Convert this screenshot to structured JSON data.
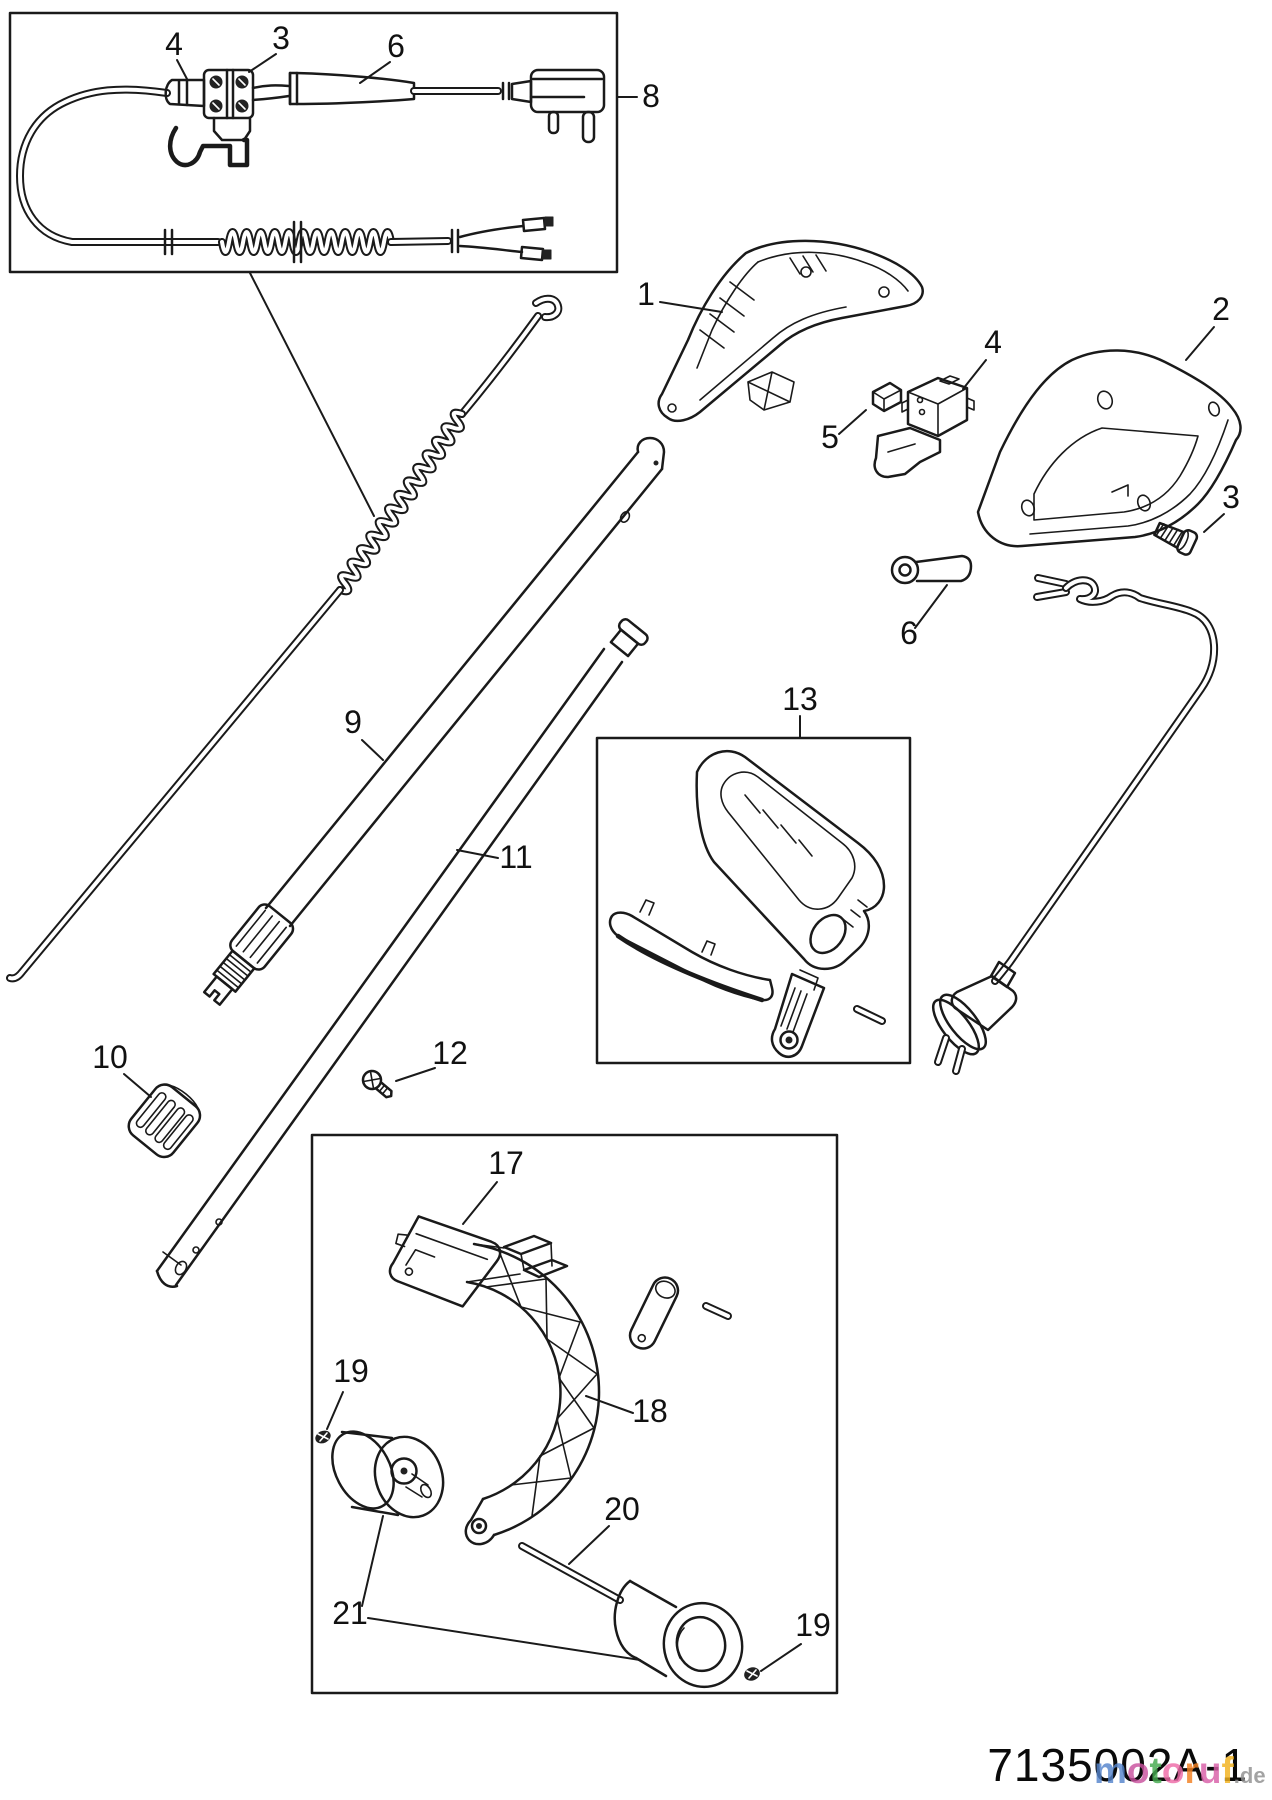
{
  "diagram": {
    "part_number": "7135002A-1"
  },
  "watermark": {
    "word": "motoruf",
    "suffix": ".de",
    "letter_colors": [
      "#5585cc",
      "#c9519e",
      "#44a94e",
      "#ef6ba8",
      "#f28020",
      "#d95fa8",
      "#f2b21d"
    ],
    "suffix_color": "#909090"
  },
  "callouts": {
    "box_cable_4": "4",
    "box_cable_3": "3",
    "box_cable_6": "6",
    "plug_8": "8",
    "housing_left_1": "1",
    "spacer_5": "5",
    "switch_4": "4",
    "housing_right_2": "2",
    "screw_3": "3",
    "pin_6": "6",
    "handle_box_13": "13",
    "shaft_9": "9",
    "cap_10": "10",
    "tube_11": "11",
    "screw_12": "12",
    "bracket_17": "17",
    "support_18": "18",
    "nut_19a": "19",
    "rod_20": "20",
    "roller_21": "21",
    "nut_19b": "19"
  },
  "colors": {
    "line": "#1a1a1a",
    "background": "#ffffff",
    "part_number_text": "#0a0a0a"
  }
}
